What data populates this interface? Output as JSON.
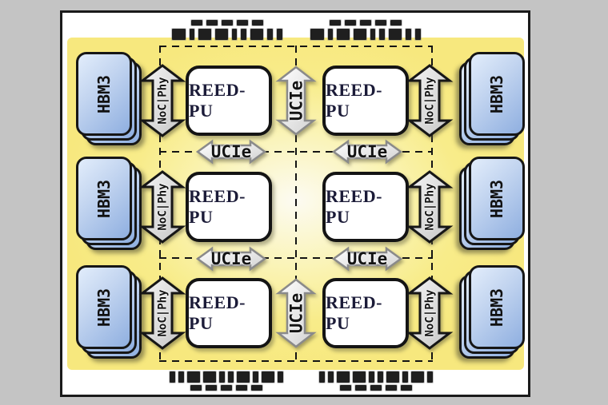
{
  "diagram": {
    "labels": {
      "processor": "REED-PU",
      "memory": "HBM3",
      "die_link": "UCIe",
      "memory_link": "NoC|Phy"
    },
    "layout_summary": {
      "processor_dies": 6,
      "memory_stacks": 6,
      "die_to_die_links": 6,
      "memory_links": 6
    },
    "colors": {
      "substrate_yellow": "#f7e87e",
      "substrate_glow": "#fcfbf2",
      "memory_blue_light": "#e2edfb",
      "memory_blue_dark": "#8fafe0",
      "outline_black": "#1a1a1a",
      "arrow_outline_gray": "#8a8a8a",
      "noc_outline_black": "#161616",
      "processor_text_navy": "#1b1b38",
      "viewer_background_gray": "#c4c4c4",
      "page_white": "#ffffff",
      "bump_black": "#1f1f1f"
    },
    "bump_patterns": {
      "top_blocks": [
        17,
        6,
        16,
        16,
        6,
        7,
        16,
        7,
        7
      ],
      "bottom_blocks": [
        7,
        7,
        16,
        16,
        7,
        7,
        16,
        7,
        16,
        7
      ],
      "dashes": [
        14,
        14,
        14,
        14,
        14
      ],
      "top_block_gap": 5,
      "bottom_block_gap": 4,
      "dash_gap": 5
    }
  }
}
